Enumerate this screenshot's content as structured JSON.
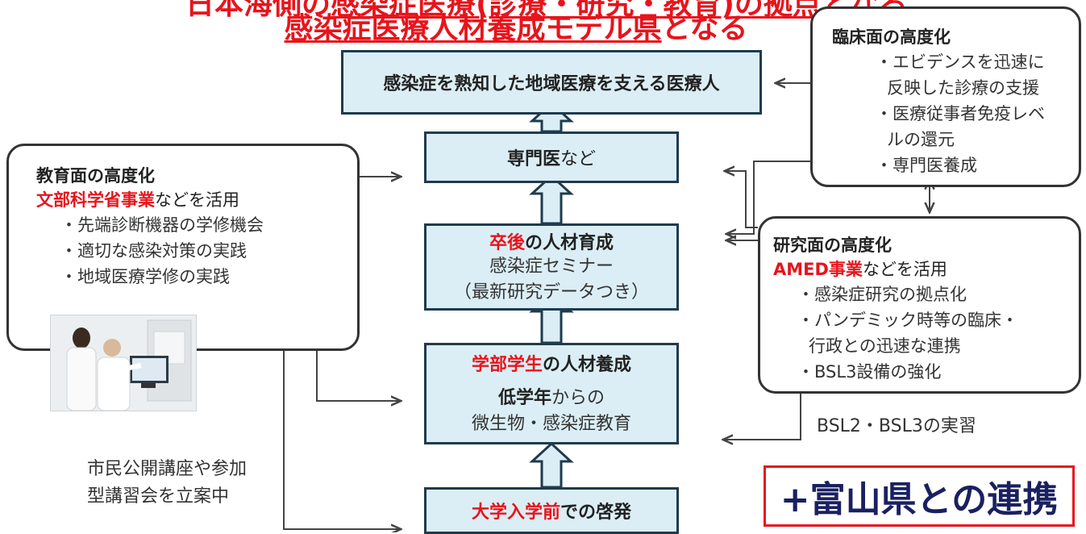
{
  "title": {
    "line1_pre": "日本海側の",
    "line1_ul": "感染症医療(診療・研究・教育)の拠点",
    "line1_post": "となる",
    "line2_ul": "感染症医療人材養成モデル県",
    "line2_post": "となる"
  },
  "flow": {
    "top": "感染症を熟知した地域医療を支える医療人",
    "specialist_bold": "専門医",
    "specialist_rest": "など",
    "postgrad_red": "卒後",
    "postgrad_rest": "の人材育成",
    "postgrad_l2": "感染症セミナー",
    "postgrad_l3": "（最新研究データつき）",
    "undergrad_red": "学部学生",
    "undergrad_rest": "の人材養成",
    "undergrad_bold": "低学年",
    "undergrad_l2rest": "からの",
    "undergrad_l3": "微生物・感染症教育",
    "pre_red": "大学入学前",
    "pre_rest": "での啓発"
  },
  "education": {
    "head": "教育面の高度化",
    "sub_red": "文部科学省事業",
    "sub_rest": "などを活用",
    "items": [
      "・先端診断機器の学修機会",
      "・適切な感染対策の実践",
      "・地域医療学修の実践"
    ]
  },
  "clinical": {
    "head": "臨床面の高度化",
    "items": [
      "・エビデンスを迅速に",
      "反映した診療の支援",
      "・医療従事者免疫レベ",
      "ルの還元",
      "・専門医養成"
    ]
  },
  "research": {
    "head": "研究面の高度化",
    "sub_red": "AMED事業",
    "sub_rest": "などを活用",
    "items": [
      "・感染症研究の拠点化",
      "・パンデミック時等の臨床・",
      "行政との迅速な連携",
      "・BSL3設備の強化"
    ]
  },
  "bsl_note": "BSL2・BSL3の実習",
  "public_note": [
    "市民公開講座や参加",
    "型講習会を立案中"
  ],
  "toyama": "+富山県との連携",
  "colors": {
    "accent_red": "#e8141c",
    "box_fill": "#dbeef5",
    "box_border": "#1f3b4d",
    "navy": "#1a2060"
  }
}
